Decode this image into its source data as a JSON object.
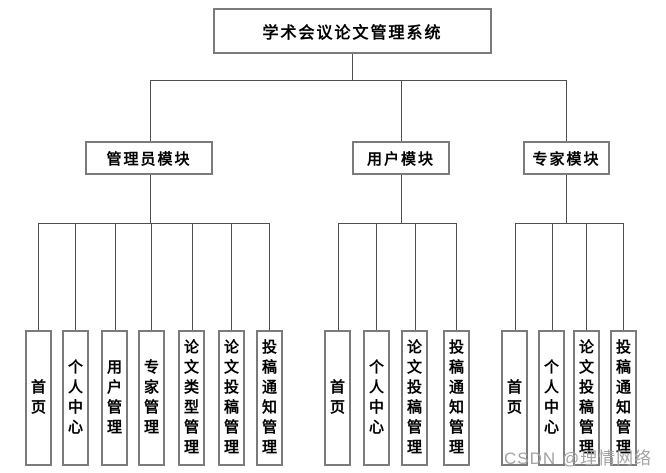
{
  "root": {
    "label": "学术会议论文管理系统"
  },
  "modules": [
    {
      "label": "管理员模块",
      "children": [
        "首页",
        "个人中心",
        "用户管理",
        "专家管理",
        "论文类型管理",
        "论文投稿管理",
        "投稿通知管理"
      ]
    },
    {
      "label": "用户模块",
      "children": [
        "首页",
        "个人中心",
        "论文投稿管理",
        "投稿通知管理"
      ]
    },
    {
      "label": "专家模块",
      "children": [
        "首页",
        "个人中心",
        "论文投稿管理",
        "投稿通知管理"
      ]
    }
  ],
  "watermark": {
    "text": "CSDN @理情网络",
    "color": "#a3a3a3"
  },
  "colors": {
    "background": "#ffffff",
    "box_border": "#7b7b7b",
    "connector_line": "#4f4f4f",
    "text": "#000000"
  }
}
